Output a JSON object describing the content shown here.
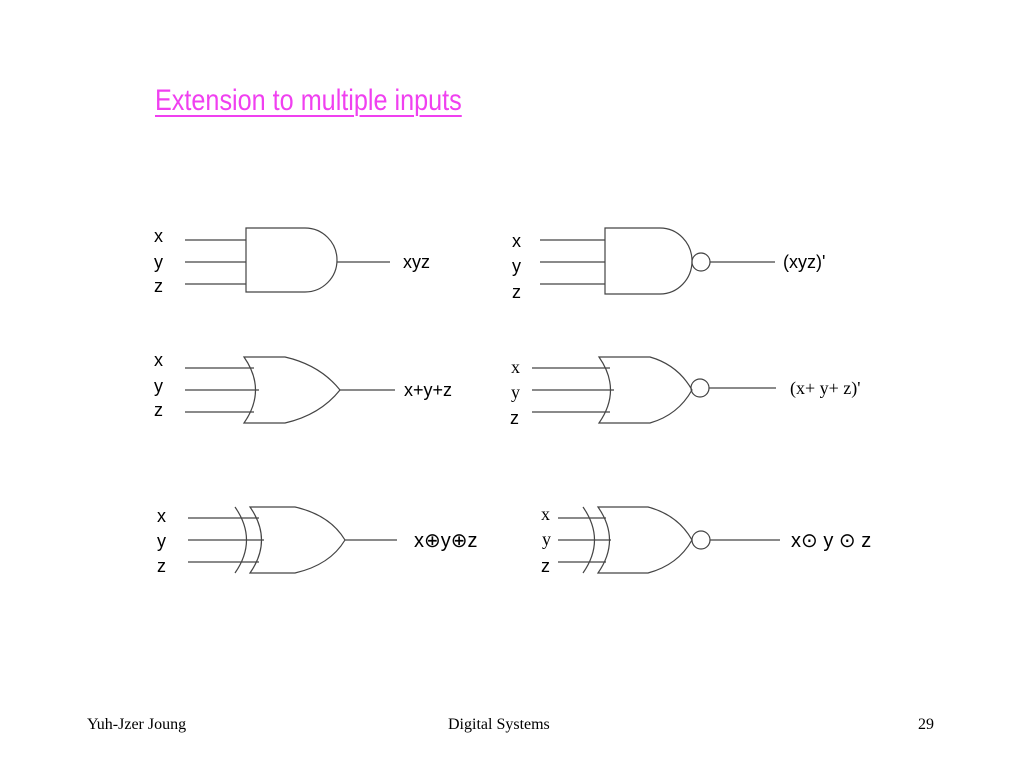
{
  "slide": {
    "title": "Extension to multiple inputs",
    "title_color": "#f040f0"
  },
  "inputs": {
    "x": "x",
    "y": "y",
    "z": "z"
  },
  "gates": [
    {
      "type": "AND",
      "output": "xyz"
    },
    {
      "type": "NAND",
      "output": "(xyz)'"
    },
    {
      "type": "OR",
      "output": "x+y+z"
    },
    {
      "type": "NOR",
      "output": "(x+ y+ z)'"
    },
    {
      "type": "XOR",
      "output_parts": [
        "x",
        "⊕",
        "y",
        "⊕",
        "z"
      ]
    },
    {
      "type": "XNOR",
      "output_parts": [
        "x",
        "⊙",
        " y ",
        "⊙",
        " z"
      ]
    }
  ],
  "footer": {
    "author": "Yuh-Jzer Joung",
    "course": "Digital Systems",
    "page": "29"
  }
}
